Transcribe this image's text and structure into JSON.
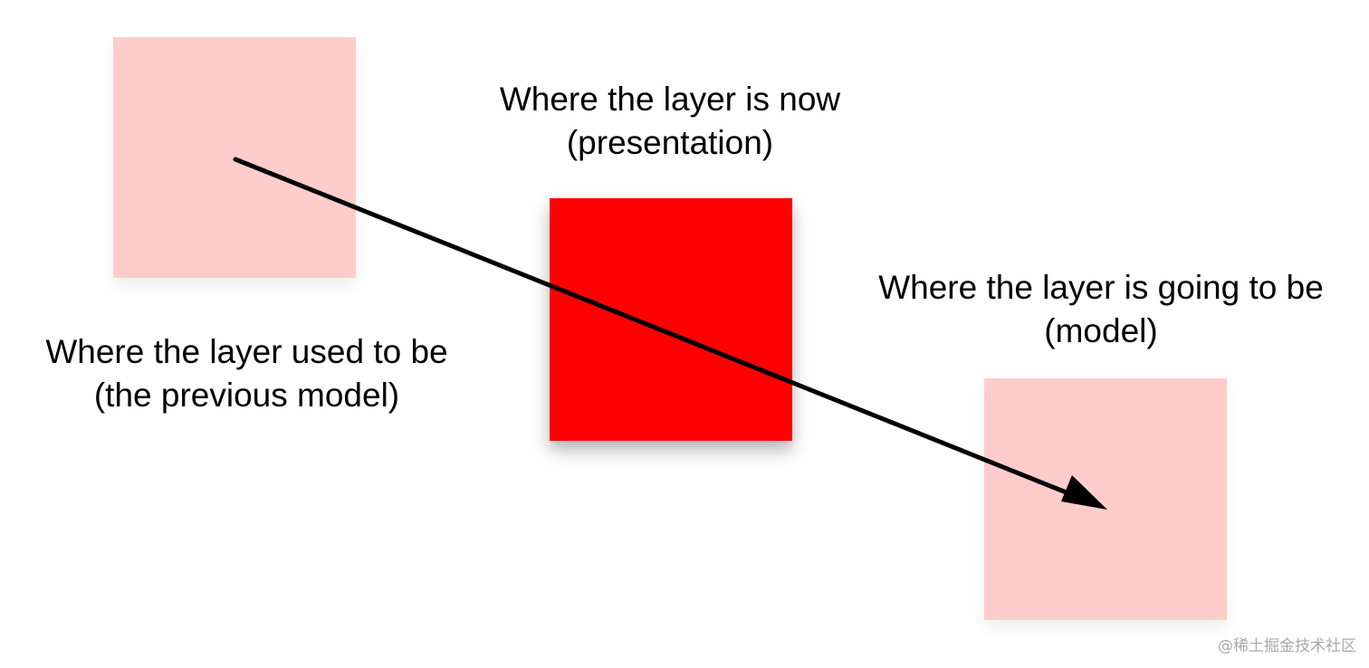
{
  "captions": {
    "now": {
      "line1": "Where the layer is now",
      "line2": "(presentation)"
    },
    "previous": {
      "line1": "Where the layer used to be",
      "line2": "(the previous model)"
    },
    "going": {
      "line1": "Where the layer is going to be",
      "line2": "(model)"
    }
  },
  "colors": {
    "faded_layer": "#ffcccc",
    "current_layer": "#ff0000",
    "arrow": "#000000"
  },
  "watermark": "@稀土掘金技术社区"
}
